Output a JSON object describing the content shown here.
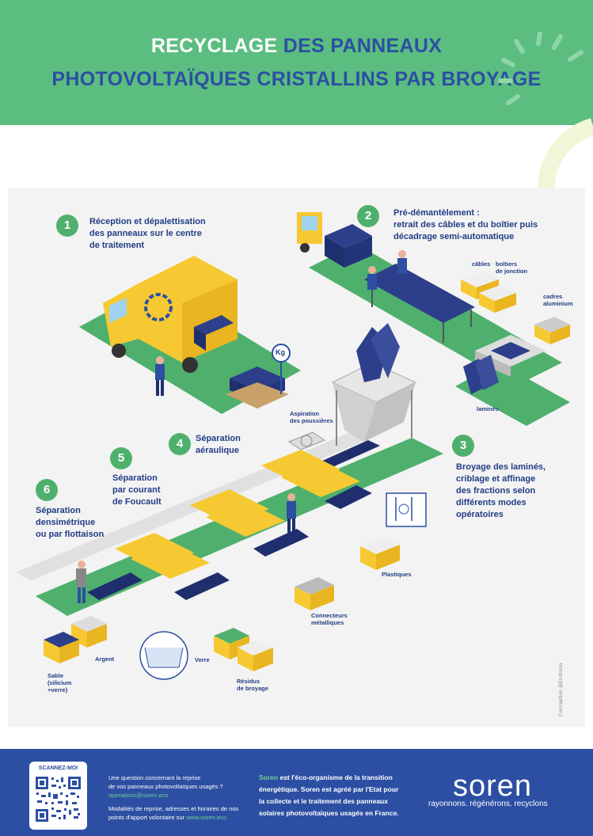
{
  "header": {
    "title_word1": "RECYCLAGE",
    "title_rest1": "DES PANNEAUX",
    "title_line2": "PHOTOVOLTAÏQUES CRISTALLINS PAR BROYAGE"
  },
  "steps": [
    {
      "num": "1",
      "text": [
        "Réception et dépalettisation",
        "des panneaux sur le centre",
        "de traitement"
      ]
    },
    {
      "num": "2",
      "text_bold": "Pré-démantèlement :",
      "text": [
        "retrait des câbles et du boîtier puis",
        "décadrage semi-automatique"
      ]
    },
    {
      "num": "3",
      "text": [
        "Broyage des laminés,",
        "criblage et affinage",
        "des fractions selon",
        "différents modes",
        "opératoires"
      ]
    },
    {
      "num": "4",
      "text": [
        "Séparation",
        "aéraulique"
      ]
    },
    {
      "num": "5",
      "text": [
        "Séparation",
        "par courant",
        "de Foucault"
      ]
    },
    {
      "num": "6",
      "text": [
        "Séparation",
        "densimétrique",
        "ou par flottaison"
      ]
    }
  ],
  "labels": {
    "kg": "Kg",
    "cables": "câbles",
    "boitiers": [
      "boîtiers",
      "de jonction"
    ],
    "cadres": [
      "cadres",
      "aluminium"
    ],
    "lamines": "laminés",
    "aspiration": [
      "Aspiration",
      "des poussières"
    ],
    "plastiques": "Plastiques",
    "connecteurs": [
      "Connecteurs",
      "métalliques"
    ],
    "argent": "Argent",
    "verre": "Verre",
    "residus": [
      "Résidus",
      "de broyage"
    ],
    "sable": [
      "Sable",
      "(silicium",
      "+verre)"
    ]
  },
  "credit": "Conception @Ecotonia",
  "footer": {
    "qr_title": "SCANNEZ-MOI",
    "q_line1": "Une question concernant la reprise",
    "q_line2": "de vos panneaux photovoltaïques usagés ?",
    "email": "operations@soren.eco",
    "m_line1": "Modalités de reprise, adresses et horaires de nos",
    "m_line2_pre": "points d'apport volontaire sur",
    "website": "www.soren.eco",
    "desc_brand": "Soren",
    "desc_line1_rest": "est l'éco-organisme de la transition",
    "desc_line2": "énergétique. Soren est agréé par l'Etat pour",
    "desc_line3": "la collecte et le traitement des panneaux",
    "desc_line4": "solaires photovoltaïques usagés en France.",
    "logo": "soren",
    "tagline": "rayonnons. régénérons. recyclons"
  },
  "colors": {
    "green": "#5bbd7f",
    "blue": "#2c4fa3",
    "navy": "#223d86",
    "yellow": "#f6c932",
    "panel": "#2d3f8a"
  }
}
